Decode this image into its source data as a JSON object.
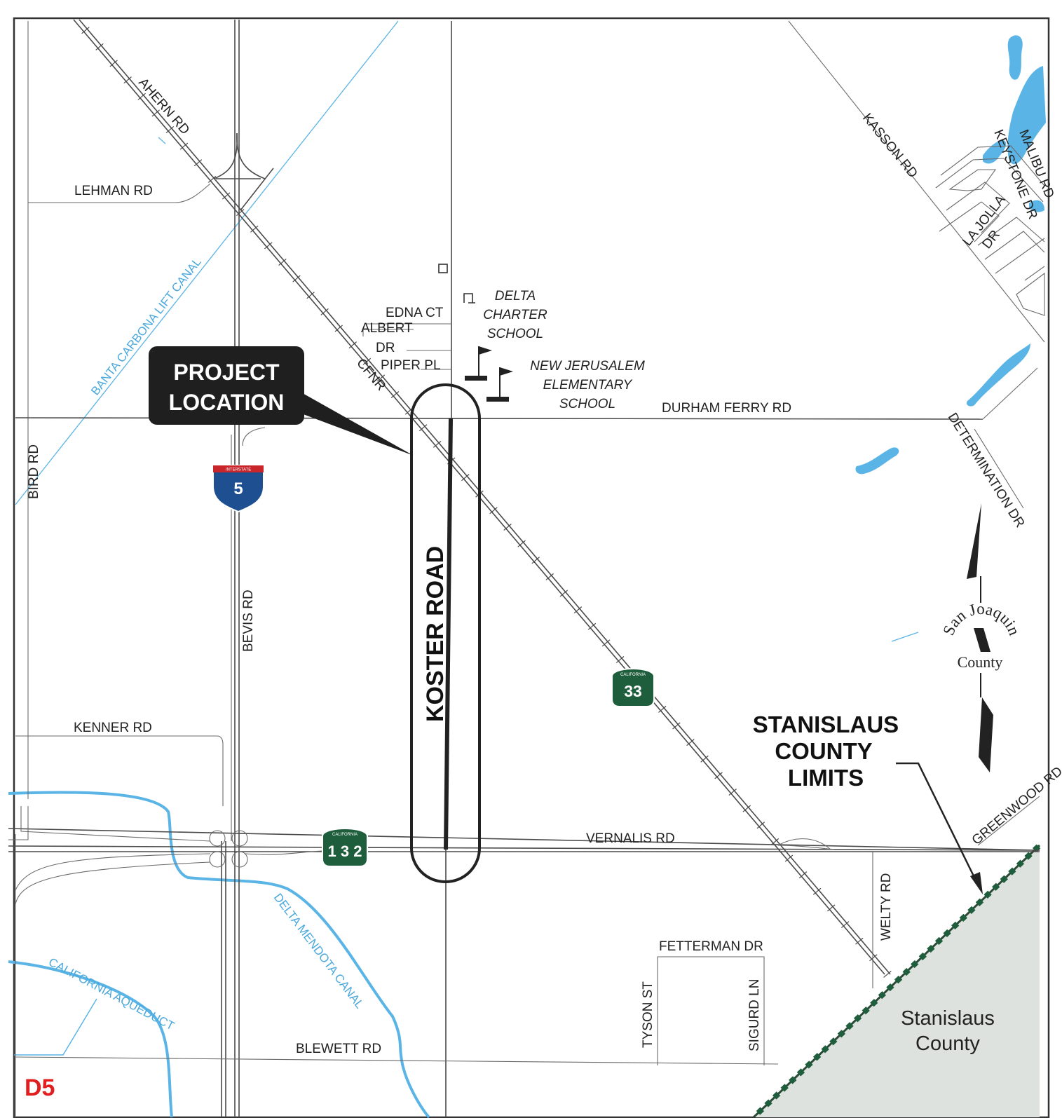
{
  "roads": {
    "ahern": "AHERN RD",
    "lehman": "LEHMAN RD",
    "kasson": "KASSON RD",
    "keystone": "KEYSTONE DR",
    "malibu": "MALIBU RD",
    "lajolla": "LA JOLLA",
    "lajolla_dr": "DR",
    "edna": "EDNA CT",
    "albert": "ALBERT",
    "albert_dr": "DR",
    "piper": "PIPER PL",
    "cfnr": "CFNR",
    "durham_ferry": "DURHAM FERRY RD",
    "determination": "DETERMINATION DR",
    "bird": "BIRD RD",
    "bevis": "BEVIS RD",
    "kenner": "KENNER RD",
    "vernalis": "VERNALIS RD",
    "greenwood": "GREENWOOD RD",
    "welty": "WELTY RD",
    "fetterman": "FETTERMAN DR",
    "tyson": "TYSON ST",
    "sigurd": "SIGURD LN",
    "blewett": "BLEWETT RD",
    "koster": "KOSTER ROAD"
  },
  "waterways": {
    "banta": "BANTA CARBONA LIFT CANAL",
    "delta_mendota": "DELTA MENDOTA CANAL",
    "aqueduct": "CALIFORNIA AQUEDUCT"
  },
  "schools": {
    "delta": [
      "DELTA",
      "CHARTER",
      "SCHOOL"
    ],
    "new_jerusalem": [
      "NEW JERUSALEM",
      "ELEMENTARY",
      "SCHOOL"
    ]
  },
  "callouts": {
    "project": [
      "PROJECT",
      "LOCATION"
    ],
    "limits": [
      "STANISLAUS",
      "COUNTY",
      "LIMITS"
    ]
  },
  "shields": {
    "i5_banner": "INTERSTATE",
    "i5_number": "5",
    "sr33_banner": "CALIFORNIA",
    "sr33_number": "33",
    "sr132_banner": "CALIFORNIA",
    "sr132_number": "1 3 2"
  },
  "county": {
    "sj_line1": "San Joaquin",
    "sj_line2": "County",
    "stanislaus": [
      "Stanislaus",
      "County"
    ]
  },
  "sheet_id": "D5",
  "colors": {
    "water": "#5ab4e6",
    "road": "#4a4a4a",
    "callout": "#1f1f1f",
    "county_fill": "#dde2de",
    "shield_green": "#1f5e3c",
    "i5_blue": "#1d4f91",
    "i5_red": "#c8262b",
    "sheet_id": "#e02020"
  }
}
